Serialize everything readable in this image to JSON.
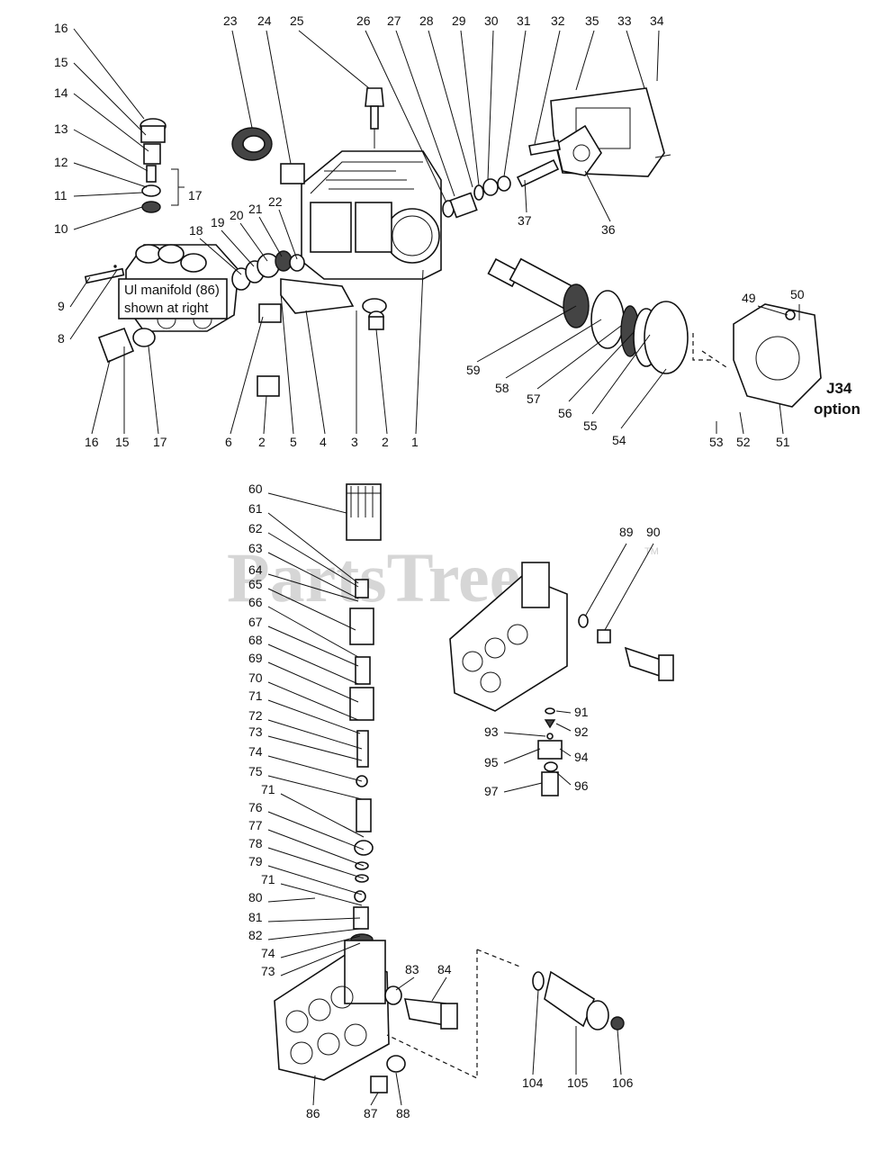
{
  "watermark": {
    "text": "PartsTree",
    "trademark": "TM"
  },
  "notes": {
    "manifold_line1": "Ul manifold (86)",
    "manifold_line2": "shown at right",
    "option_line1": "J34",
    "option_line2": "option"
  },
  "bracket_label": "17",
  "callouts": [
    "1",
    "2",
    "3",
    "4",
    "5",
    "6",
    "8",
    "9",
    "10",
    "11",
    "12",
    "13",
    "14",
    "15",
    "16",
    "17",
    "18",
    "19",
    "20",
    "21",
    "22",
    "23",
    "24",
    "25",
    "26",
    "27",
    "28",
    "29",
    "30",
    "31",
    "32",
    "33",
    "34",
    "35",
    "36",
    "37",
    "49",
    "50",
    "51",
    "52",
    "53",
    "54",
    "55",
    "56",
    "57",
    "58",
    "59",
    "60",
    "61",
    "62",
    "63",
    "64",
    "65",
    "66",
    "67",
    "68",
    "69",
    "70",
    "71",
    "72",
    "73",
    "74",
    "75",
    "76",
    "77",
    "78",
    "79",
    "80",
    "81",
    "82",
    "83",
    "84",
    "86",
    "87",
    "88",
    "89",
    "90",
    "91",
    "92",
    "93",
    "94",
    "95",
    "96",
    "97",
    "104",
    "105",
    "106"
  ]
}
